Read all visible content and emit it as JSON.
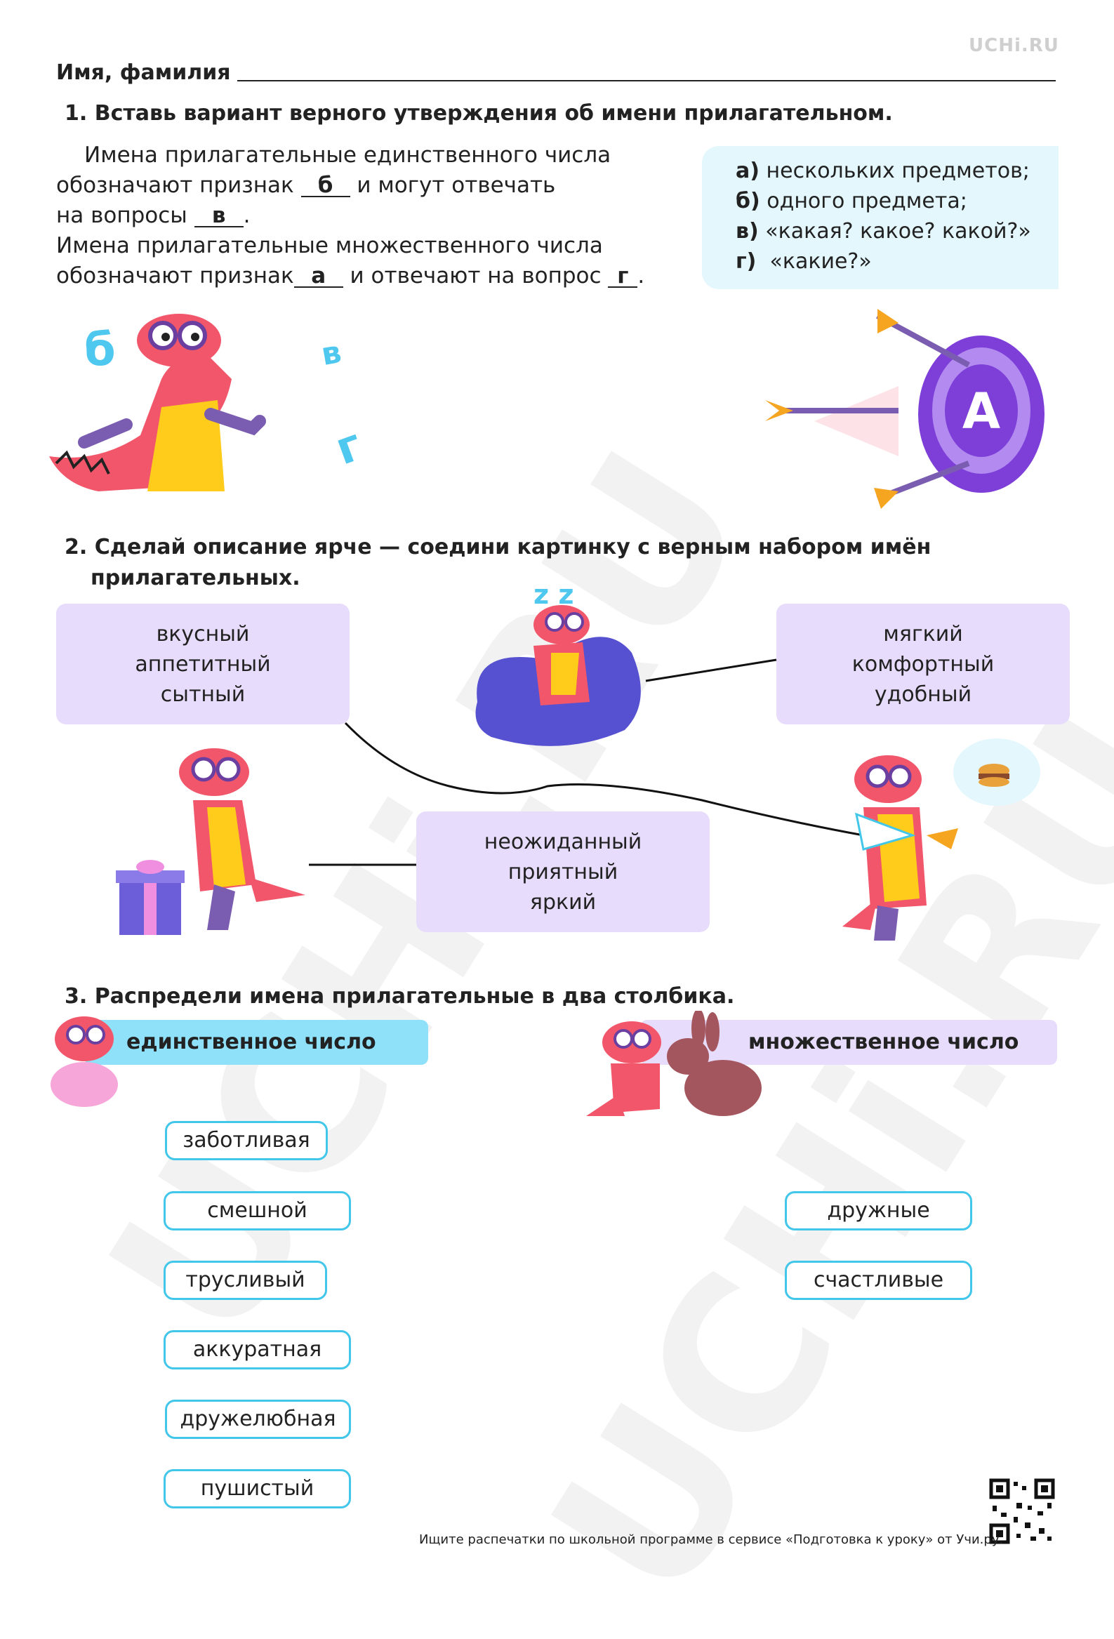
{
  "brand": {
    "logo": "UCHi.RU"
  },
  "header": {
    "name_label": "Имя, фамилия"
  },
  "task1": {
    "number": "1.",
    "title": "Вставь вариант верного утверждения об имени прилагательном.",
    "line1": "Имена прилагательные единственного числа",
    "line2_before": "обозначают признак",
    "blank1": "б",
    "line2_after": "и могут отвечать",
    "line3_before": "на вопросы",
    "blank2": "в",
    "line3_after": ".",
    "line4": "Имена прилагательные множественного числа",
    "line5_before": "обозначают признак",
    "blank3": "а",
    "line5_mid": "и отвечают на вопрос",
    "blank4": "г",
    "line5_after": ".",
    "options": [
      {
        "key": "а)",
        "text": "нескольких предметов;"
      },
      {
        "key": "б)",
        "text": "одного предмета;"
      },
      {
        "key": "в)",
        "text": "«какая? какое? какой?»"
      },
      {
        "key": "г)",
        "text": "«какие?»"
      }
    ],
    "letters": {
      "b": "б",
      "v": "в",
      "g": "г"
    },
    "target_letter": "А"
  },
  "task2": {
    "number": "2.",
    "title_line1": "Сделай описание ярче — соедини картинку с верным набором имён",
    "title_line2": "прилагательных.",
    "box1": [
      "вкусный",
      "аппетитный",
      "сытный"
    ],
    "box2": [
      "мягкий",
      "комфортный",
      "удобный"
    ],
    "box3": [
      "неожиданный",
      "приятный",
      "яркий"
    ],
    "sleep_text": "z z"
  },
  "task3": {
    "number": "3.",
    "title": "Распредели имена прилагательные в два столбика.",
    "col_singular": "единственное число",
    "col_plural": "множественное число",
    "singular_words": [
      "заботливая",
      "смешной",
      "трусливый",
      "аккуратная",
      "дружелюбная",
      "пушистый"
    ],
    "plural_words": [
      "дружные",
      "счастливые"
    ]
  },
  "footer": {
    "text": "Ищите распечатки по школьной программе в сервисе «Подготовка к уроку» от Учи.ру."
  },
  "watermark": "UCHi.RU",
  "colors": {
    "accent_blue": "#42c6ea",
    "box_purple": "#e7dcfb",
    "box_blue": "#e3f7fd",
    "dino_red": "#f2566b"
  }
}
